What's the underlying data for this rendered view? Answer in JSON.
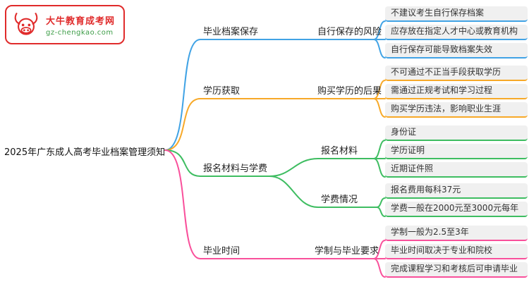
{
  "logo": {
    "site_name": "大牛教育成考网",
    "site_url": "gz-chengkao.com"
  },
  "root_label": "2025年广东成人高考毕业档案管理须知",
  "colors": {
    "blue": "#41A3E5",
    "orange": "#F7A928",
    "green": "#3EBD61",
    "pink": "#F9509B",
    "logo_red": "#E02B2B",
    "logo_green": "#3C9C46",
    "leaf_bg": "#F0F0F0"
  },
  "branches": [
    {
      "label": "毕业档案保存",
      "color": "blue",
      "children": [
        {
          "label": "自行保存的风险",
          "leaves": [
            "不建议考生自行保存档案",
            "应存放在指定人才中心或教育机构",
            "自行保存可能导致档案失效"
          ]
        }
      ]
    },
    {
      "label": "学历获取",
      "color": "orange",
      "children": [
        {
          "label": "购买学历的后果",
          "leaves": [
            "不可通过不正当手段获取学历",
            "需通过正规考试和学习过程",
            "购买学历违法，影响职业生涯"
          ]
        }
      ]
    },
    {
      "label": "报名材料与学费",
      "color": "green",
      "children": [
        {
          "label": "报名材料",
          "leaves": [
            "身份证",
            "学历证明",
            "近期证件照"
          ]
        },
        {
          "label": "学费情况",
          "leaves": [
            "报名费用每科37元",
            "学费一般在2000元至3000元每年"
          ]
        }
      ]
    },
    {
      "label": "毕业时间",
      "color": "pink",
      "children": [
        {
          "label": "学制与毕业要求",
          "leaves": [
            "学制一般为2.5至3年",
            "毕业时间取决于专业和院校",
            "完成课程学习和考核后可申请毕业"
          ]
        }
      ]
    }
  ]
}
